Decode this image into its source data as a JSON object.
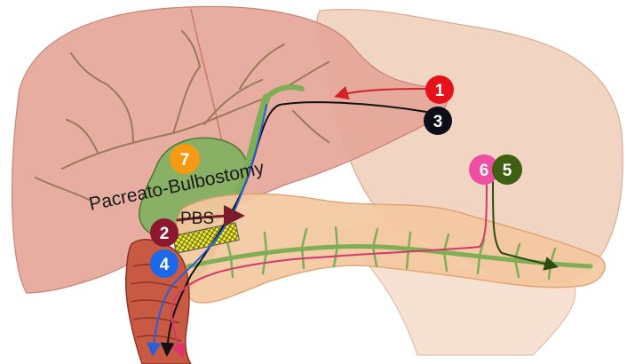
{
  "labels": {
    "procedure": "Pacreato-Bulbostomy",
    "abbrev": "PBS"
  },
  "markers": [
    {
      "text": "1",
      "color": "#e8101a"
    },
    {
      "text": "3",
      "color": "#0e0e1a"
    },
    {
      "text": "7",
      "color": "#f59a12"
    },
    {
      "text": "6",
      "color": "#ee4fa3"
    },
    {
      "text": "5",
      "color": "#3f5f12"
    },
    {
      "text": "2",
      "color": "#8c1830"
    },
    {
      "text": "4",
      "color": "#1d68e8"
    }
  ],
  "colors": {
    "liver": "#e6a79a",
    "stomach": "#f2d2c0",
    "gallbladder": "#8ab065",
    "pancreas": "#f4c8a0",
    "duodenum": "#c85a44",
    "duct": "#7fae57",
    "anastomosis": "#f5f00a"
  }
}
